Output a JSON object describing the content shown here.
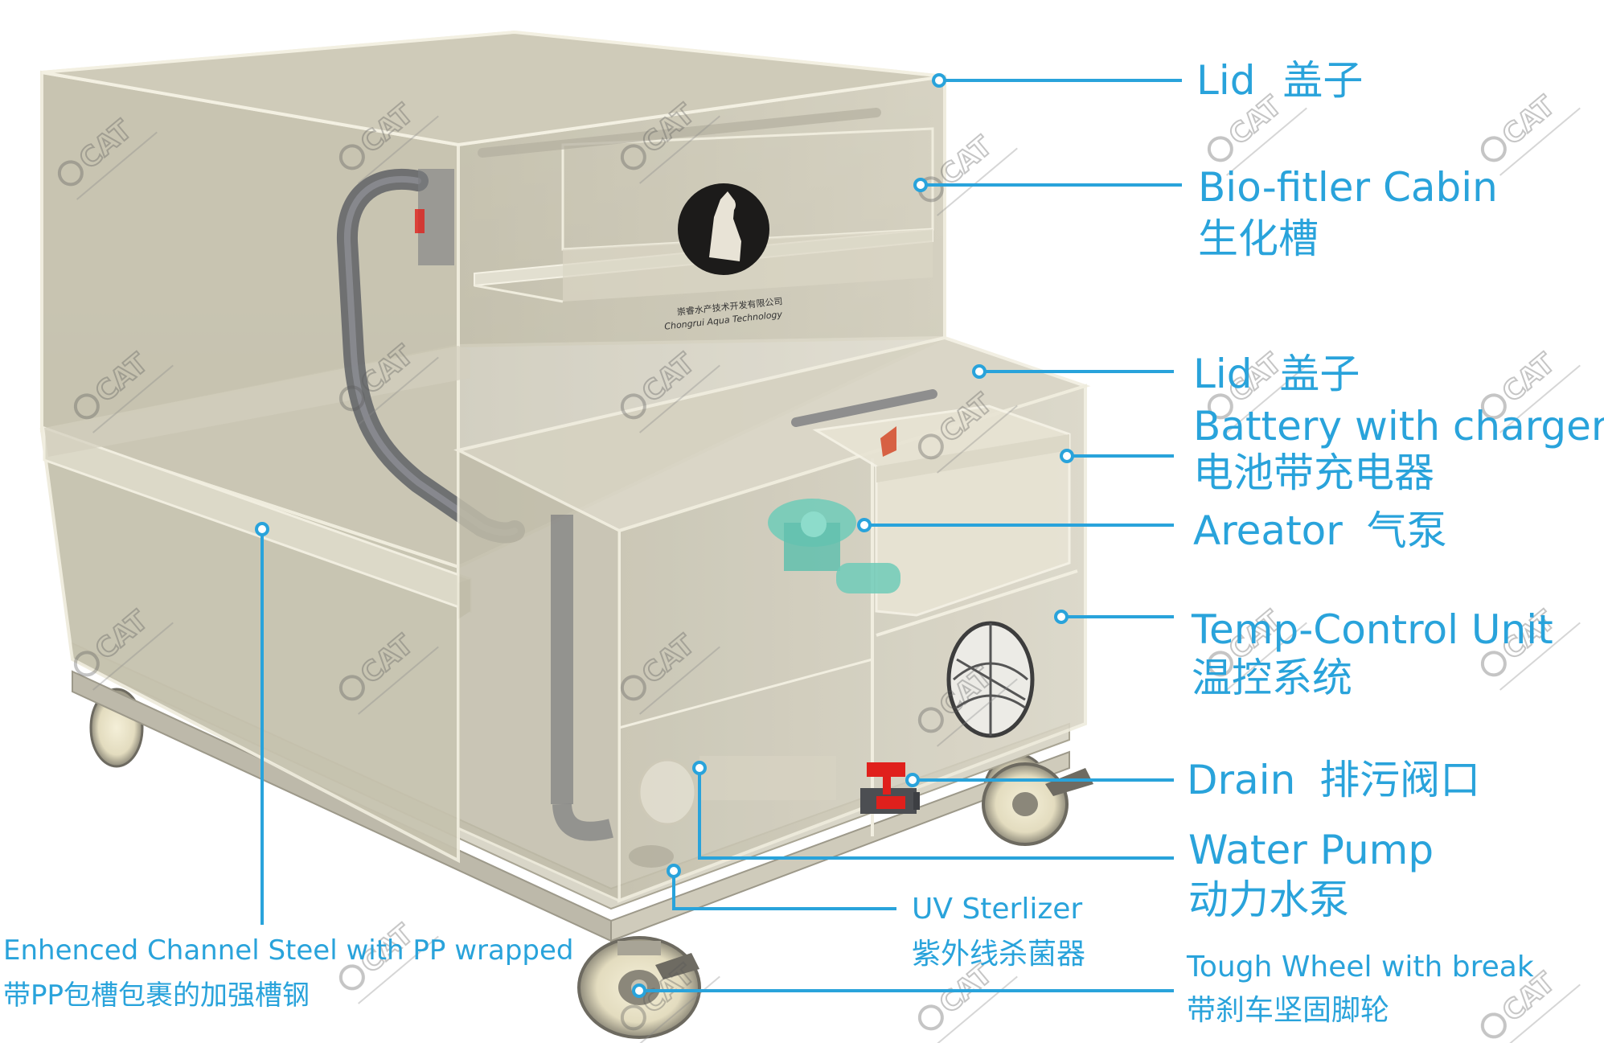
{
  "logo": {
    "brand": "CAT",
    "company_cn": "崇睿水产技术开发有限公司",
    "company_en": "Chongrui Aqua Technology"
  },
  "labels": {
    "lid_top": {
      "en": "Lid",
      "cn": "盖子"
    },
    "biofilter": {
      "en": "Bio-fitler Cabin",
      "cn": "生化槽"
    },
    "lid_mid": {
      "en": "Lid",
      "cn": "盖子"
    },
    "battery": {
      "en": "Battery with charger",
      "cn": "电池带充电器"
    },
    "aerator": {
      "en": "Areator",
      "cn": "气泵"
    },
    "temp": {
      "en": "Temp-Control Unit",
      "cn": "温控系统"
    },
    "drain": {
      "en": "Drain",
      "cn": "排污阀口"
    },
    "pump": {
      "en": "Water Pump",
      "cn": "动力水泵"
    },
    "uv": {
      "en": "UV Sterlizer",
      "cn": "紫外线杀菌器"
    },
    "wheel": {
      "en": "Tough Wheel with break",
      "cn": "带刹车坚固脚轮"
    },
    "channel": {
      "en": "Enhenced Channel Steel with PP wrapped",
      "cn": "带PP包槽包裹的加强槽钢"
    }
  },
  "colors": {
    "label": "#29a3db",
    "tank": "#c9c5b3",
    "frame": "#e9e6d6",
    "pipe": "#6f7176",
    "valve": "#e0201c",
    "aerator": "#6fcbb8"
  }
}
